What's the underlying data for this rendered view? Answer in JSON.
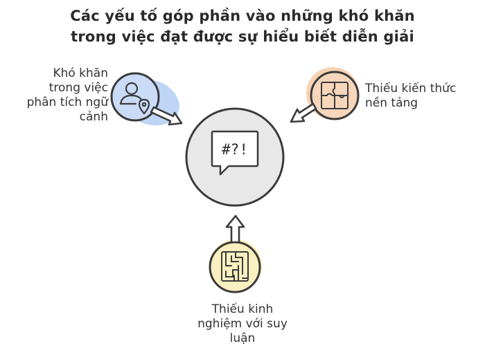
{
  "title": {
    "line1": "Các yếu tố góp phần vào những khó khăn",
    "line2": "trong việc đạt được sự hiểu biết diễn giải"
  },
  "center": {
    "symbol_text": "#?!",
    "icon": "speech-bubble-icon"
  },
  "factors": {
    "context": {
      "line1": "Khó khăn",
      "line2": "trong việc",
      "line3": "phân tích ngữ",
      "line4": "cảnh",
      "icon": "person-location-icon",
      "color": "#bcd3f5"
    },
    "knowledge": {
      "line1": "Thiếu kiến thức",
      "line2": "nền tảng",
      "icon": "puzzle-icon",
      "color": "#f6d2b4"
    },
    "reasoning": {
      "line1": "Thiếu kinh",
      "line2": "nghiệm với suy",
      "line3": "luận",
      "icon": "maze-icon",
      "color": "#f8eeb2"
    }
  },
  "colors": {
    "center_fill": "#e8e8e8",
    "stroke": "#3a3a3a"
  }
}
